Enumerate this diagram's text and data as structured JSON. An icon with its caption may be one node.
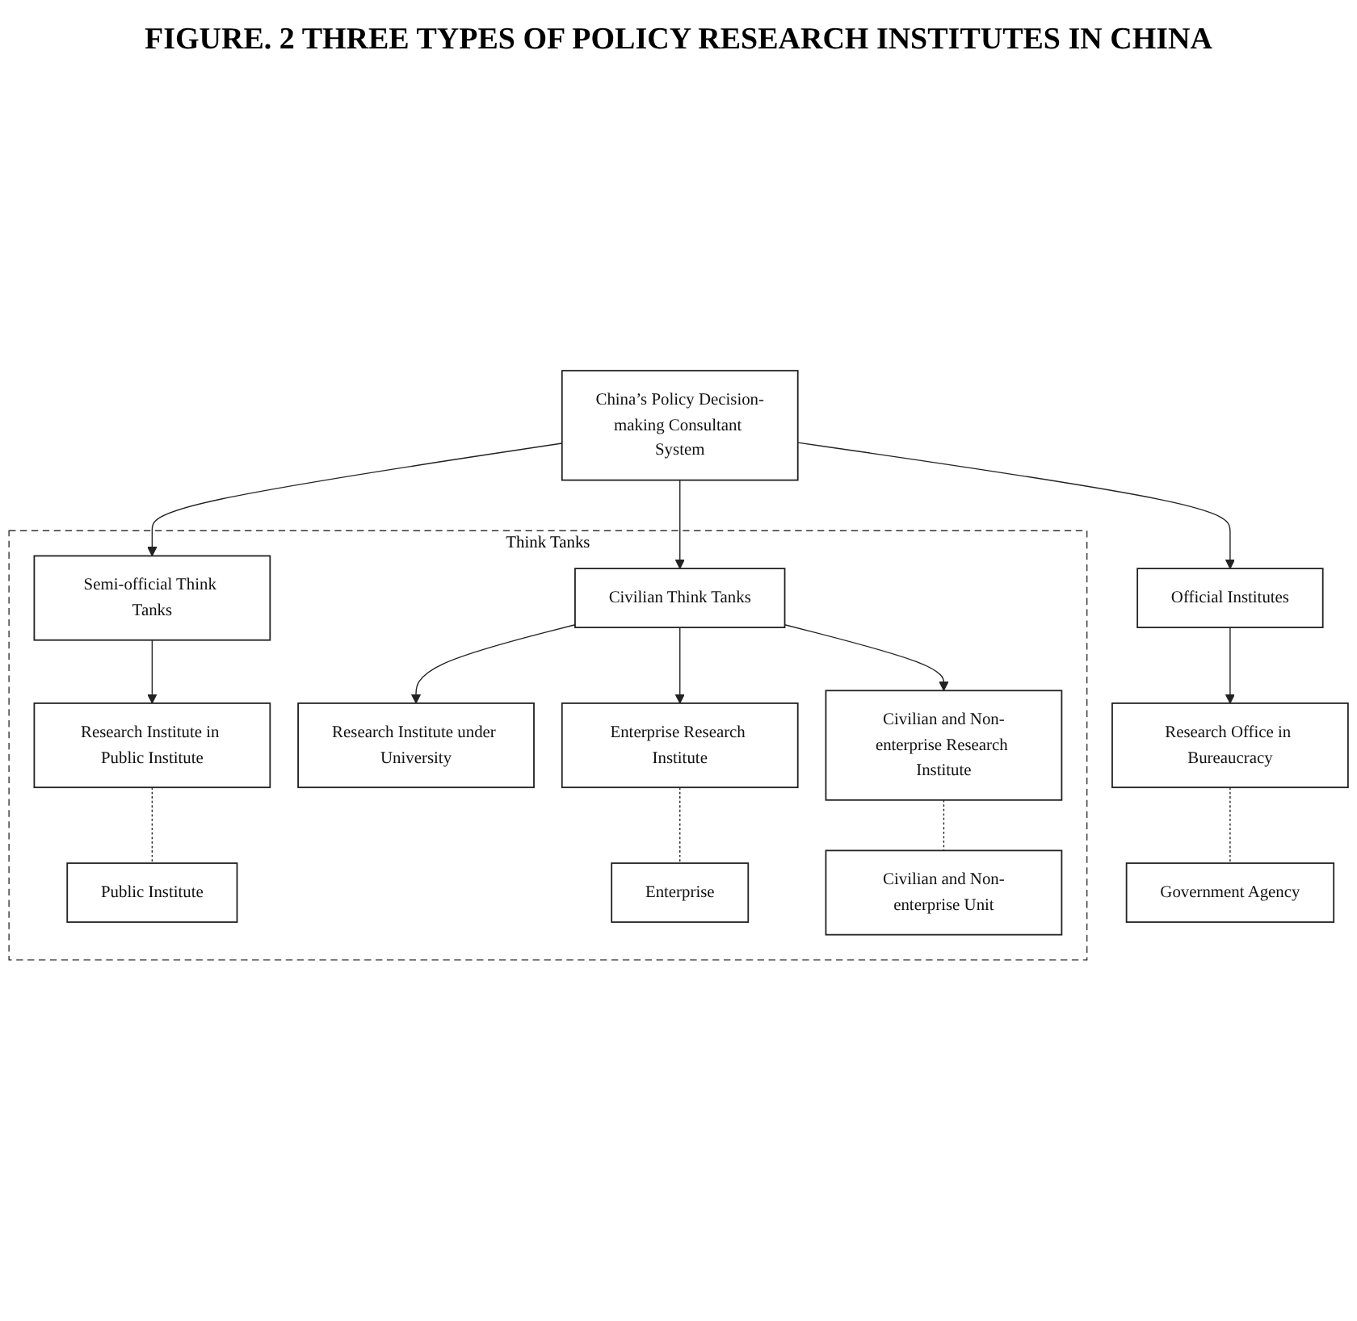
{
  "diagram": {
    "title": "FIGURE. 2 THREE TYPES OF POLICY RESEARCH INSTITUTES IN CHINA",
    "nodes": [
      {
        "text": [
          "China’s Policy Decision-making Consultant System"
        ]
      },
      {
        "text": [
          "Official Institutes"
        ]
      },
      {
        "text": [
          "Think Tanks"
        ]
      },
      {
        "text": [
          "Semi-official Think Tanks"
        ],
        "in": 2
      },
      {
        "text": [
          "Civilian Think Tanks"
        ],
        "in": 2
      },
      {
        "text": [
          "Research Office in Bureaucracy"
        ]
      },
      {
        "text": [
          "Research Institute in Public Institute"
        ],
        "in": 2
      },
      {
        "text": [
          "Research Institute under University"
        ],
        "in": 2
      },
      {
        "text": [
          "Enterprise Research Institute"
        ],
        "in": 2
      },
      {
        "text": [
          "Civilian and Non-enterprise Research Institute"
        ],
        "in": 2
      },
      {
        "text": [
          "Government Agency"
        ]
      },
      {
        "text": [
          "Public Institute"
        ],
        "in": 2
      },
      {
        "text": [
          "Enterprise"
        ],
        "in": 2
      },
      {
        "text": [
          "Civilian and Non-enterprise Unit"
        ],
        "in": 2
      }
    ],
    "edges": [
      {
        "from": 0,
        "to": 1,
        "arrow": "to"
      },
      {
        "from": 0,
        "to": 3,
        "arrow": "to"
      },
      {
        "from": 0,
        "to": 4,
        "arrow": "to"
      },
      {
        "from": 1,
        "to": 5,
        "arrow": "to"
      },
      {
        "from": 3,
        "to": 6,
        "arrow": "to"
      },
      {
        "from": 4,
        "to": 7,
        "arrow": "to"
      },
      {
        "from": 4,
        "to": 8,
        "arrow": "to"
      },
      {
        "from": 4,
        "to": 9,
        "arrow": "to"
      },
      {
        "from": 5,
        "to": 10,
        "arrow": "none",
        "style": "dashed"
      },
      {
        "from": 6,
        "to": 11,
        "arrow": "none",
        "style": "dashed"
      },
      {
        "from": 8,
        "to": 12,
        "arrow": "none",
        "style": "dashed"
      },
      {
        "from": 9,
        "to": 13,
        "arrow": "none",
        "style": "dashed"
      }
    ]
  }
}
